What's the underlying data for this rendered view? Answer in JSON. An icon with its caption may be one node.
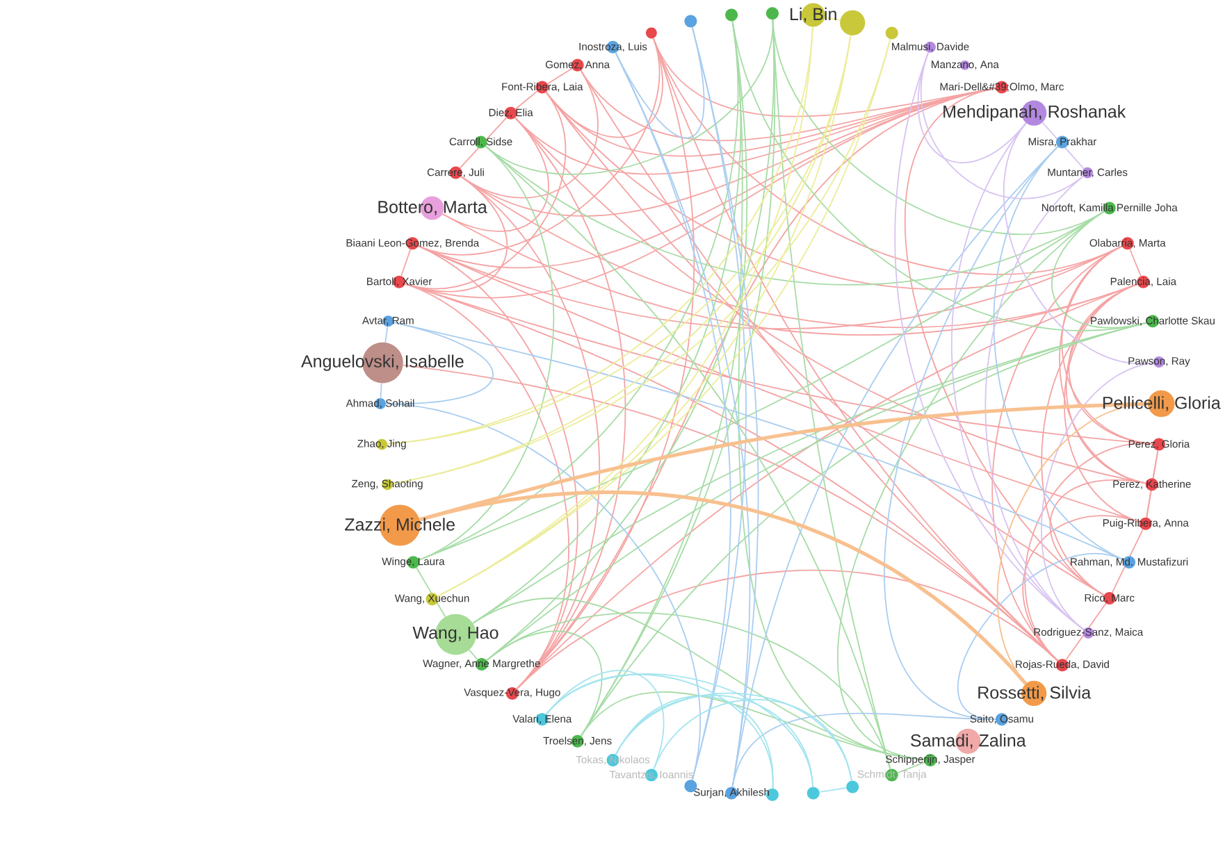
{
  "diagram": {
    "nodes": [
      {
        "text": [],
        "shape": "circle"
      },
      {
        "text": [],
        "shape": "circle"
      },
      {
        "text": [],
        "shape": "circle"
      },
      {
        "text": [],
        "shape": "circle"
      },
      {
        "text": [
          "Li, Bin"
        ]
      },
      {
        "text": [],
        "shape": "circle"
      },
      {
        "text": [],
        "shape": "circle"
      },
      {
        "text": [
          "Malmusi, Davide"
        ]
      },
      {
        "text": [
          "Manzano, Ana"
        ]
      },
      {
        "text": [
          "Mari-Dell&#39;Olmo, Marc"
        ]
      },
      {
        "text": [
          "Mehdipanah, Roshanak"
        ]
      },
      {
        "text": [
          "Misra, Prakhar"
        ]
      },
      {
        "text": [
          "Muntaner, Carles"
        ]
      },
      {
        "text": [
          "Nortoft, Kamilla Pernille Joha"
        ]
      },
      {
        "text": [
          "Olabarria, Marta"
        ]
      },
      {
        "text": [
          "Palencia, Laia"
        ]
      },
      {
        "text": [
          "Pawlowski, Charlotte Skau"
        ]
      },
      {
        "text": [
          "Pawson, Ray"
        ]
      },
      {
        "text": [
          "Pellicelli, Gloria"
        ]
      },
      {
        "text": [
          "Perez, Gloria"
        ]
      },
      {
        "text": [
          "Perez, Katherine"
        ]
      },
      {
        "text": [
          "Puig-Ribera, Anna"
        ]
      },
      {
        "text": [
          "Rahman, Md. Mustafizuri"
        ]
      },
      {
        "text": [
          "Rico, Marc"
        ]
      },
      {
        "text": [
          "Rodriguez-Sanz, Maica"
        ]
      },
      {
        "text": [
          "Rojas-Rueda, David"
        ]
      },
      {
        "text": [
          "Rossetti, Silvia"
        ]
      },
      {
        "text": [
          "Saito, Osamu"
        ]
      },
      {
        "text": [
          "Samadi, Zalina"
        ]
      },
      {
        "text": [
          "Schipperijn, Jasper"
        ]
      },
      {
        "text": [
          "Schmidt, Tanja"
        ]
      },
      {
        "text": [],
        "shape": "circle"
      },
      {
        "text": [],
        "shape": "circle"
      },
      {
        "text": [],
        "shape": "circle"
      },
      {
        "text": [
          "Surjan, Akhilesh"
        ]
      },
      {
        "text": [],
        "shape": "circle"
      },
      {
        "text": [
          "Tavantzis, Ioannis"
        ]
      },
      {
        "text": [
          "Tokas, Nikolaos"
        ]
      },
      {
        "text": [
          "Troelsen, Jens"
        ]
      },
      {
        "text": [
          "Valari, Elena"
        ]
      },
      {
        "text": [
          "Vasquez-Vera, Hugo"
        ]
      },
      {
        "text": [
          "Wagner, Anne Margrethe"
        ]
      },
      {
        "text": [
          "Wang, Hao"
        ]
      },
      {
        "text": [
          "Wang, Xuechun"
        ]
      },
      {
        "text": [
          "Winge, Laura"
        ]
      },
      {
        "text": [
          "Zazzi, Michele"
        ]
      },
      {
        "text": [
          "Zeng, Shaoting"
        ]
      },
      {
        "text": [
          "Zhao, Jing"
        ]
      },
      {
        "text": [
          "Ahmad, Sohail"
        ]
      },
      {
        "text": [
          "Anguelovski, Isabelle"
        ]
      },
      {
        "text": [
          "Avtar, Ram"
        ]
      },
      {
        "text": [
          "Bartoll, Xavier"
        ]
      },
      {
        "text": [
          "Biaani Leon-Gomez, Brenda"
        ]
      },
      {
        "text": [
          "Bottero, Marta"
        ]
      },
      {
        "text": [
          "Carrere, Juli"
        ]
      },
      {
        "text": [
          "Carroll, Sidse"
        ]
      },
      {
        "text": [
          "Diez, Elia"
        ]
      },
      {
        "text": [
          "Font-Ribera, Laia"
        ]
      },
      {
        "text": [
          "Gomez, Anna"
        ]
      },
      {
        "text": [
          "Inostroza, Luis"
        ]
      }
    ],
    "edges": [
      {
        "from": 0,
        "to": 9,
        "arrow": "none"
      },
      {
        "from": 0,
        "to": 14,
        "arrow": "none"
      },
      {
        "from": 0,
        "to": 25,
        "arrow": "none"
      },
      {
        "from": 0,
        "to": 40,
        "arrow": "none"
      },
      {
        "from": 0,
        "to": 52,
        "arrow": "none"
      },
      {
        "from": 0,
        "to": 57,
        "arrow": "none"
      },
      {
        "from": 9,
        "to": 52,
        "arrow": "none"
      },
      {
        "from": 9,
        "to": 57,
        "arrow": "none"
      },
      {
        "from": 9,
        "to": 40,
        "arrow": "none"
      },
      {
        "from": 9,
        "to": 23,
        "arrow": "none"
      },
      {
        "from": 9,
        "to": 51,
        "arrow": "none"
      },
      {
        "from": 9,
        "to": 54,
        "arrow": "none"
      },
      {
        "from": 9,
        "to": 56,
        "arrow": "none"
      },
      {
        "from": 9,
        "to": 58,
        "arrow": "none"
      },
      {
        "from": 14,
        "to": 15,
        "arrow": "none"
      },
      {
        "from": 14,
        "to": 19,
        "arrow": "none"
      },
      {
        "from": 14,
        "to": 20,
        "arrow": "none"
      },
      {
        "from": 14,
        "to": 25,
        "arrow": "none"
      },
      {
        "from": 14,
        "to": 52,
        "arrow": "none"
      },
      {
        "from": 14,
        "to": 57,
        "arrow": "none"
      },
      {
        "from": 15,
        "to": 19,
        "arrow": "none"
      },
      {
        "from": 15,
        "to": 20,
        "arrow": "none"
      },
      {
        "from": 15,
        "to": 21,
        "arrow": "none"
      },
      {
        "from": 15,
        "to": 23,
        "arrow": "none"
      },
      {
        "from": 15,
        "to": 40,
        "arrow": "none"
      },
      {
        "from": 15,
        "to": 54,
        "arrow": "none"
      },
      {
        "from": 19,
        "to": 20,
        "arrow": "none"
      },
      {
        "from": 19,
        "to": 21,
        "arrow": "none"
      },
      {
        "from": 19,
        "to": 25,
        "arrow": "none"
      },
      {
        "from": 19,
        "to": 51,
        "arrow": "none"
      },
      {
        "from": 20,
        "to": 21,
        "arrow": "none"
      },
      {
        "from": 20,
        "to": 23,
        "arrow": "none"
      },
      {
        "from": 20,
        "to": 56,
        "arrow": "none"
      },
      {
        "from": 21,
        "to": 23,
        "arrow": "none"
      },
      {
        "from": 21,
        "to": 25,
        "arrow": "none"
      },
      {
        "from": 21,
        "to": 52,
        "arrow": "none"
      },
      {
        "from": 23,
        "to": 25,
        "arrow": "none"
      },
      {
        "from": 23,
        "to": 57,
        "arrow": "none"
      },
      {
        "from": 25,
        "to": 40,
        "arrow": "none"
      },
      {
        "from": 25,
        "to": 51,
        "arrow": "none"
      },
      {
        "from": 25,
        "to": 58,
        "arrow": "none"
      },
      {
        "from": 40,
        "to": 51,
        "arrow": "none"
      },
      {
        "from": 40,
        "to": 52,
        "arrow": "none"
      },
      {
        "from": 40,
        "to": 54,
        "arrow": "none"
      },
      {
        "from": 40,
        "to": 56,
        "arrow": "none"
      },
      {
        "from": 51,
        "to": 52,
        "arrow": "none"
      },
      {
        "from": 51,
        "to": 54,
        "arrow": "none"
      },
      {
        "from": 51,
        "to": 57,
        "arrow": "none"
      },
      {
        "from": 54,
        "to": 56,
        "arrow": "none"
      },
      {
        "from": 54,
        "to": 58,
        "arrow": "none"
      },
      {
        "from": 56,
        "to": 57,
        "arrow": "none"
      },
      {
        "from": 57,
        "to": 58,
        "arrow": "none"
      },
      {
        "from": 53,
        "to": 56,
        "arrow": "none"
      },
      {
        "from": 53,
        "to": 15,
        "arrow": "none"
      },
      {
        "from": 49,
        "to": 25,
        "arrow": "none"
      },
      {
        "from": 49,
        "to": 50,
        "arrow": "none",
        "color": "#a9cdf0"
      },
      {
        "from": 49,
        "to": 48,
        "arrow": "none",
        "color": "#a9cdf0"
      },
      {
        "from": 2,
        "to": 29,
        "arrow": "none",
        "color": "#a6dca6"
      },
      {
        "from": 2,
        "to": 38,
        "arrow": "none",
        "color": "#a6dca6"
      },
      {
        "from": 2,
        "to": 42,
        "arrow": "none",
        "color": "#a6dca6"
      },
      {
        "from": 2,
        "to": 44,
        "arrow": "none",
        "color": "#a6dca6"
      },
      {
        "from": 2,
        "to": 16,
        "arrow": "none",
        "color": "#a6dca6"
      },
      {
        "from": 3,
        "to": 30,
        "arrow": "none",
        "color": "#a6dca6"
      },
      {
        "from": 3,
        "to": 41,
        "arrow": "none",
        "color": "#a6dca6"
      },
      {
        "from": 3,
        "to": 38,
        "arrow": "none",
        "color": "#a6dca6"
      },
      {
        "from": 3,
        "to": 55,
        "arrow": "none",
        "color": "#a6dca6"
      },
      {
        "from": 3,
        "to": 13,
        "arrow": "none",
        "color": "#a6dca6"
      },
      {
        "from": 13,
        "to": 16,
        "arrow": "none",
        "color": "#a6dca6"
      },
      {
        "from": 13,
        "to": 44,
        "arrow": "none",
        "color": "#a6dca6"
      },
      {
        "from": 13,
        "to": 55,
        "arrow": "none",
        "color": "#a6dca6"
      },
      {
        "from": 13,
        "to": 29,
        "arrow": "none",
        "color": "#a6dca6"
      },
      {
        "from": 16,
        "to": 42,
        "arrow": "none",
        "color": "#a6dca6"
      },
      {
        "from": 16,
        "to": 41,
        "arrow": "none",
        "color": "#a6dca6"
      },
      {
        "from": 16,
        "to": 38,
        "arrow": "none",
        "color": "#a6dca6"
      },
      {
        "from": 29,
        "to": 30,
        "arrow": "none",
        "color": "#a6dca6"
      },
      {
        "from": 29,
        "to": 38,
        "arrow": "none",
        "color": "#a6dca6"
      },
      {
        "from": 29,
        "to": 42,
        "arrow": "none",
        "color": "#a6dca6"
      },
      {
        "from": 30,
        "to": 41,
        "arrow": "none",
        "color": "#a6dca6"
      },
      {
        "from": 38,
        "to": 41,
        "arrow": "none",
        "color": "#a6dca6"
      },
      {
        "from": 41,
        "to": 42,
        "arrow": "none",
        "color": "#a6dca6"
      },
      {
        "from": 42,
        "to": 44,
        "arrow": "none",
        "color": "#a6dca6"
      },
      {
        "from": 44,
        "to": 55,
        "arrow": "none",
        "color": "#a6dca6"
      },
      {
        "from": 55,
        "to": 30,
        "arrow": "none",
        "color": "#a6dca6"
      },
      {
        "from": 1,
        "to": 34,
        "arrow": "none",
        "color": "#a9cdf0"
      },
      {
        "from": 1,
        "to": 35,
        "arrow": "none",
        "color": "#a9cdf0"
      },
      {
        "from": 11,
        "to": 22,
        "arrow": "none",
        "color": "#a9cdf0"
      },
      {
        "from": 11,
        "to": 34,
        "arrow": "none",
        "color": "#a9cdf0"
      },
      {
        "from": 22,
        "to": 27,
        "arrow": "none",
        "color": "#a9cdf0"
      },
      {
        "from": 27,
        "to": 34,
        "arrow": "none",
        "color": "#a9cdf0"
      },
      {
        "from": 35,
        "to": 48,
        "arrow": "none",
        "color": "#a9cdf0"
      },
      {
        "from": 48,
        "to": 50,
        "arrow": "none",
        "color": "#a9cdf0"
      },
      {
        "from": 59,
        "to": 34,
        "arrow": "none",
        "color": "#a9cdf0"
      },
      {
        "from": 59,
        "to": 35,
        "arrow": "none",
        "color": "#a9cdf0"
      },
      {
        "from": 50,
        "to": 22,
        "arrow": "none",
        "color": "#a9cdf0"
      },
      {
        "from": 11,
        "to": 27,
        "arrow": "none",
        "color": "#a9cdf0"
      },
      {
        "from": 1,
        "to": 59,
        "arrow": "none",
        "color": "#a9cdf0"
      },
      {
        "from": 4,
        "to": 5,
        "arrow": "none",
        "color": "#ecec9a"
      },
      {
        "from": 4,
        "to": 43,
        "arrow": "none",
        "color": "#ecec9a"
      },
      {
        "from": 5,
        "to": 46,
        "arrow": "none",
        "color": "#ecec9a"
      },
      {
        "from": 5,
        "to": 47,
        "arrow": "none",
        "color": "#ecec9a"
      },
      {
        "from": 6,
        "to": 43,
        "arrow": "none",
        "color": "#ecec9a"
      },
      {
        "from": 4,
        "to": 47,
        "arrow": "none",
        "color": "#ecec9a"
      },
      {
        "from": 6,
        "to": 46,
        "arrow": "none",
        "color": "#ecec9a"
      },
      {
        "from": 5,
        "to": 43,
        "arrow": "none",
        "color": "#ecec9a"
      },
      {
        "from": 7,
        "to": 10,
        "arrow": "none",
        "color": "#d8c3f0"
      },
      {
        "from": 10,
        "to": 12,
        "arrow": "none",
        "color": "#d8c3f0"
      },
      {
        "from": 10,
        "to": 17,
        "arrow": "none",
        "color": "#d8c3f0"
      },
      {
        "from": 10,
        "to": 24,
        "arrow": "none",
        "color": "#d8c3f0"
      },
      {
        "from": 12,
        "to": 24,
        "arrow": "none",
        "color": "#d8c3f0"
      },
      {
        "from": 7,
        "to": 24,
        "arrow": "none",
        "color": "#d8c3f0"
      },
      {
        "from": 7,
        "to": 12,
        "arrow": "none",
        "color": "#d8c3f0"
      },
      {
        "from": 17,
        "to": 24,
        "arrow": "none",
        "color": "#d8c3f0"
      },
      {
        "from": 31,
        "to": 36,
        "arrow": "none",
        "color": "#a3e4ee"
      },
      {
        "from": 31,
        "to": 37,
        "arrow": "none",
        "color": "#a3e4ee"
      },
      {
        "from": 32,
        "to": 39,
        "arrow": "none",
        "color": "#a3e4ee"
      },
      {
        "from": 33,
        "to": 37,
        "arrow": "none",
        "color": "#a3e4ee"
      },
      {
        "from": 36,
        "to": 39,
        "arrow": "none",
        "color": "#a3e4ee"
      },
      {
        "from": 32,
        "to": 37,
        "arrow": "none",
        "color": "#a3e4ee"
      },
      {
        "from": 33,
        "to": 39,
        "arrow": "none",
        "color": "#a3e4ee"
      },
      {
        "from": 31,
        "to": 32,
        "arrow": "none",
        "color": "#a3e4ee"
      },
      {
        "from": 45,
        "to": 18,
        "arrow": "none",
        "style": "thick",
        "color": "#f8c08f"
      },
      {
        "from": 45,
        "to": 26,
        "arrow": "none",
        "style": "thick",
        "color": "#f8c08f"
      },
      {
        "from": 18,
        "to": 26,
        "arrow": "none",
        "color": "#f8c08f"
      }
    ]
  }
}
